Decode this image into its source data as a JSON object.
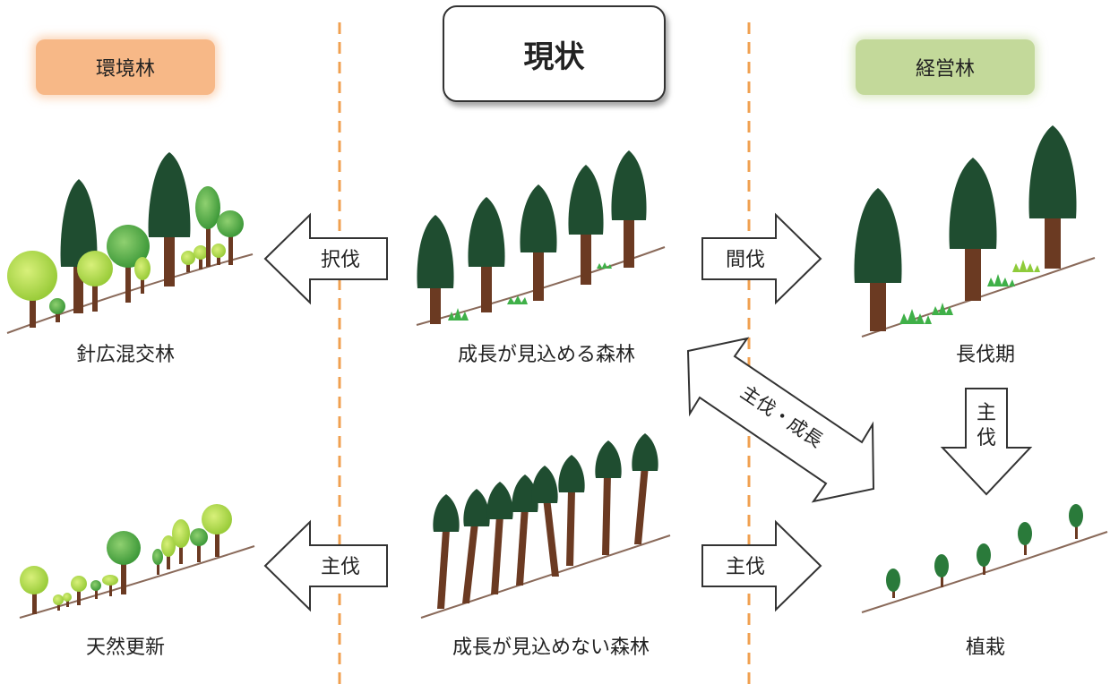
{
  "headers": {
    "environmental_forest": "環境林",
    "current_state": "現状",
    "managed_forest": "経営林"
  },
  "forests": {
    "mixed_forest": "針広混交林",
    "growing_forest": "成長が見込める森林",
    "long_rotation": "長伐期",
    "natural_regeneration": "天然更新",
    "non_growing_forest": "成長が見込めない森林",
    "planting": "植栽"
  },
  "arrows": {
    "selective_cutting": "択伐",
    "thinning": "間伐",
    "main_cut_left": "主伐",
    "main_cut_right": "主伐",
    "main_cut_down": "主伐",
    "main_cut_growth": "主伐・成長"
  },
  "colors": {
    "env_badge": "#f7b887",
    "mgmt_badge": "#c3d99a",
    "divider": "#f0a050",
    "conifer": "#1f4d30",
    "broadleaf": "#a8d64a",
    "trunk": "#6b3a22",
    "ground": "#8a6a5a"
  }
}
